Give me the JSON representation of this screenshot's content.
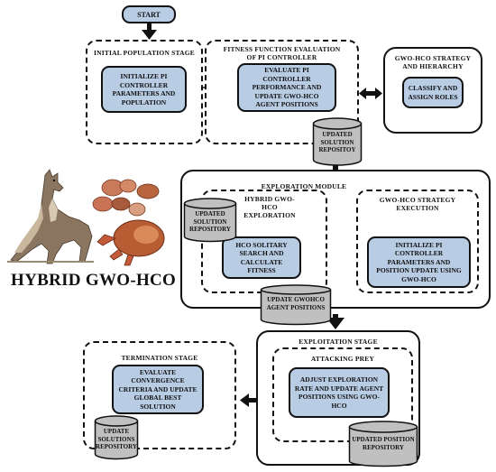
{
  "start_label": "START",
  "hybrid_label": "HYBRID GWO-HCO",
  "stages": {
    "initial_population": {
      "title": "INITIAL POPULATION STAGE",
      "process": "INITIALIZE PI CONTROLLER PARAMETERS AND POPULATION"
    },
    "fitness_evaluation": {
      "title": "FITNESS FUNCTION EVALUATION OF PI CONTROLLER",
      "process": "EVALUATE PI CONTROLLER PERFORMANCE AND UPDATE GWO-HCO AGENT POSITIONS"
    },
    "strategy_hierarchy": {
      "title": "GWO-HCO STRATEGY AND HIERARCHY",
      "process": "CLASSIFY AND ASSIGN ROLES"
    },
    "exploration_module": {
      "title": "EXPLORATION MODULE",
      "hybrid_exploration": {
        "title": "HYBRID GWO-HCO EXPLORATION",
        "process": "HCO SOLITARY SEARCH AND CALCULATE FITNESS"
      },
      "strategy_execution": {
        "title": "GWO-HCO STRATEGY EXECUTION",
        "process": "INITIALIZE PI CONTROLLER PARAMETERS AND POSITION UPDATE USING GWO-HCO"
      }
    },
    "exploitation": {
      "title": "EXPLOITATION STAGE",
      "attacking_prey": {
        "title": "ATTACKING PREY",
        "process": "ADJUST EXPLORATION RATE AND UPDATE AGENT POSITIONS USING GWO-HCO"
      }
    },
    "termination": {
      "title": "TERMINATION STAGE",
      "process": "EVALUATE CONVERGENCE CRITERIA AND UPDATE GLOBAL BEST SOLUTION"
    }
  },
  "repositories": {
    "updated_solution_top": "UPDATED SOLUTION REPOSITOY",
    "updated_solution_exploration": "UPDATED SOLUTION REPOSITORY",
    "update_gwohco": "UPDATE GWOHCO AGENT POSITIONS",
    "updated_position": "UPDATED POSITION REPOSITORY",
    "update_solutions": "UPDATE SOLUTIONS REPOSITORY"
  },
  "colors": {
    "process_fill": "#b8cce4",
    "repository_fill": "#c0c0c0",
    "line": "#111111"
  }
}
